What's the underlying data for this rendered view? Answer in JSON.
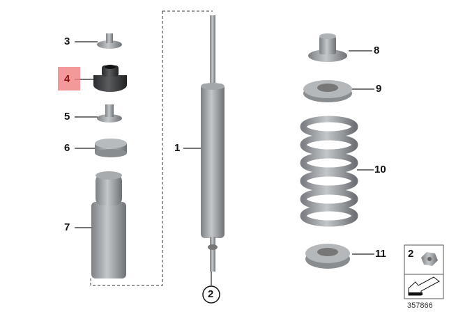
{
  "diagram": {
    "callouts": [
      {
        "id": "1",
        "label": "1"
      },
      {
        "id": "2",
        "label": "2"
      },
      {
        "id": "3",
        "label": "3"
      },
      {
        "id": "4",
        "label": "4",
        "highlighted": true
      },
      {
        "id": "5",
        "label": "5"
      },
      {
        "id": "6",
        "label": "6"
      },
      {
        "id": "7",
        "label": "7"
      },
      {
        "id": "8",
        "label": "8"
      },
      {
        "id": "9",
        "label": "9"
      },
      {
        "id": "10",
        "label": "10"
      },
      {
        "id": "11",
        "label": "11"
      }
    ],
    "inset": {
      "label": "2"
    },
    "diagram_number": "357866",
    "highlight_color": "#f08080"
  }
}
